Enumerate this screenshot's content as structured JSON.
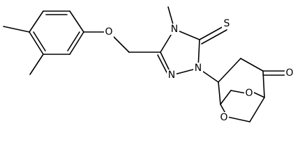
{
  "atom_labels": {
    "ether_oxygen": "O",
    "n_methyl_nitrogen": "N",
    "ring_nitrogen_left": "N",
    "ring_nitrogen_bottom": "N",
    "thione_sulfur": "S",
    "ketone_oxygen": "O",
    "bridge_oxygen_upper": "O",
    "bridge_oxygen_lower": "O"
  },
  "colors": {
    "bond": "#000000",
    "label": "#000000",
    "background": "#ffffff"
  }
}
